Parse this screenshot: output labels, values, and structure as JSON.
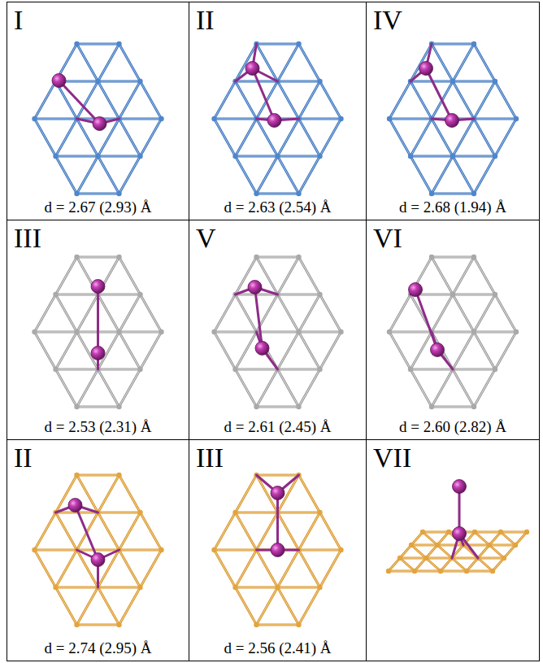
{
  "diagram": {
    "nodes": [
      {
        "text": [
          "I",
          "d = 2.67 (2.93) Å"
        ]
      },
      {
        "text": [
          "II",
          "d = 2.63 (2.54) Å"
        ]
      },
      {
        "text": [
          "IV",
          "d = 2.68 (1.94) Å"
        ]
      },
      {
        "text": [
          "III",
          "d = 2.53 (2.31) Å"
        ]
      },
      {
        "text": [
          "V",
          "d = 2.61 (2.45) Å"
        ]
      },
      {
        "text": [
          "VI",
          "d = 2.60 (2.82) Å"
        ]
      },
      {
        "text": [
          "II",
          "d = 2.74 (2.95) Å"
        ]
      },
      {
        "text": [
          "III",
          "d = 2.56 (2.41) Å"
        ]
      },
      {
        "text": [
          "VII"
        ]
      }
    ]
  }
}
